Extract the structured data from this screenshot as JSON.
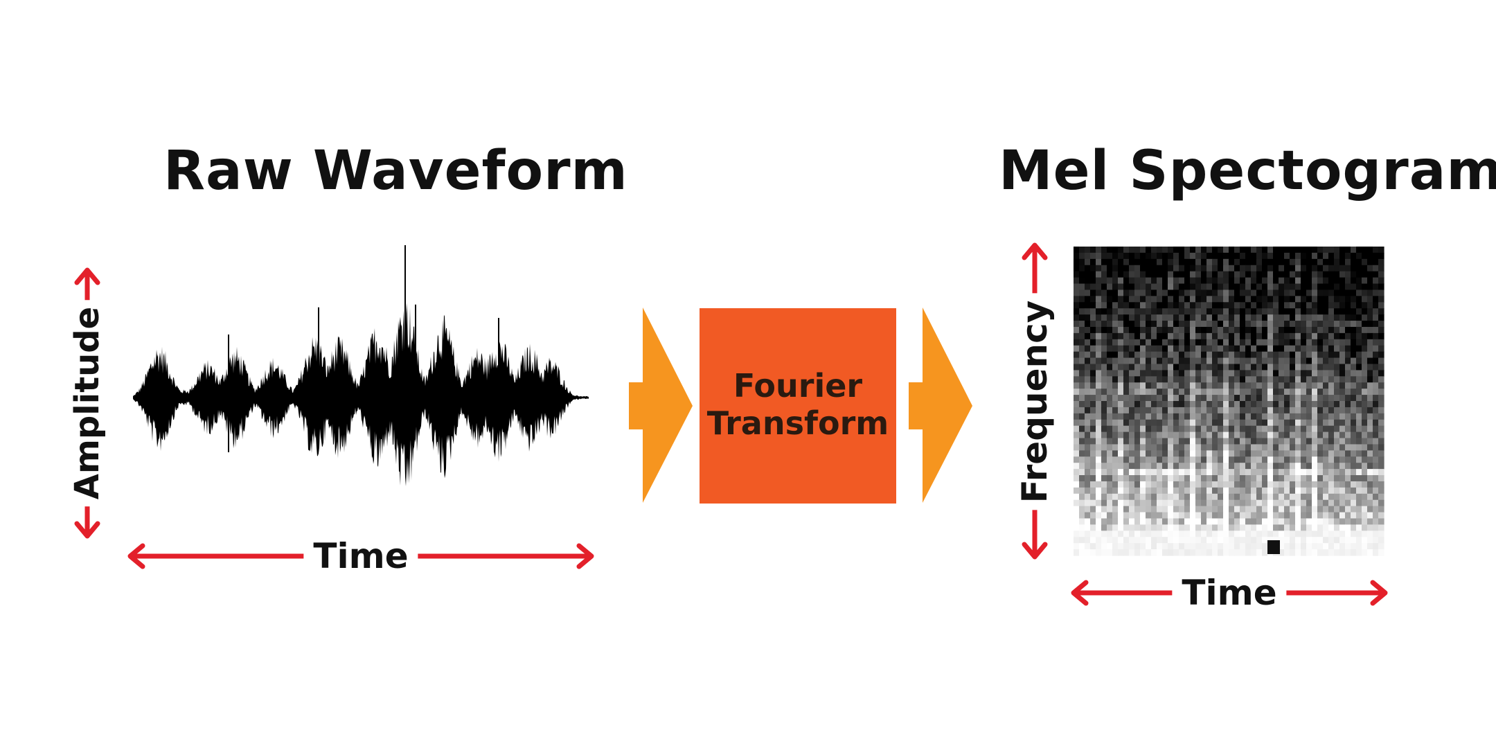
{
  "waveform": {
    "title": "Raw Waveform",
    "amplitude_label": "Amplitude",
    "time_label": "Time"
  },
  "transform": {
    "line1": "Fourier",
    "line2": "Transform"
  },
  "spectrogram": {
    "title": "Mel Spectogram",
    "frequency_label": "Frequency",
    "time_label": "Time"
  },
  "colors": {
    "arrow_red": "#e3202a",
    "flow_arrow": "#f6951f",
    "transform_box": "#f15a24",
    "ink": "#111111"
  }
}
